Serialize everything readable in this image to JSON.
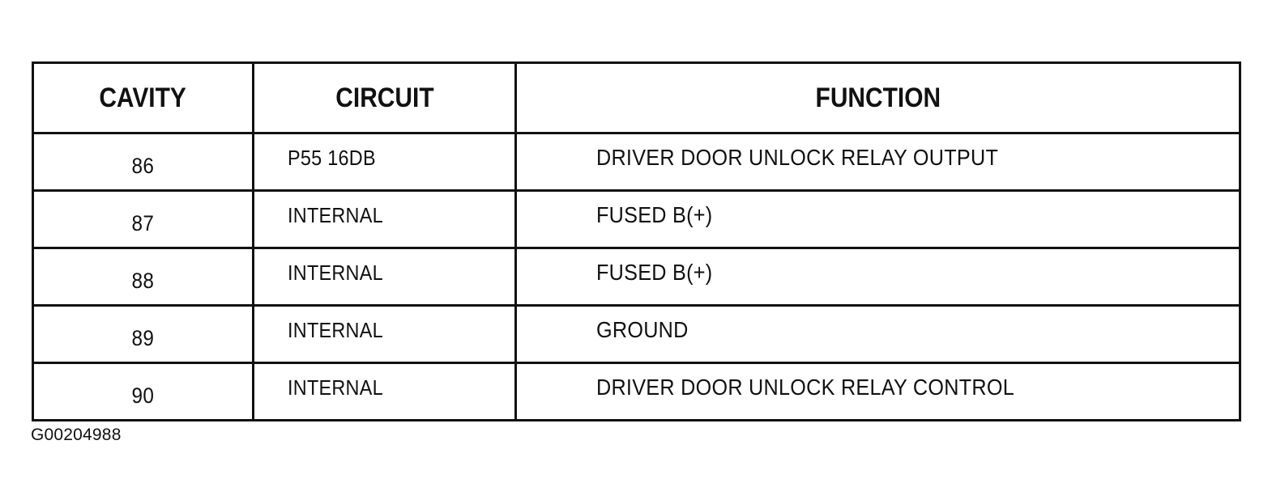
{
  "table": {
    "headers": {
      "cavity": "CAVITY",
      "circuit": "CIRCUIT",
      "function": "FUNCTION"
    },
    "rows": [
      {
        "cavity": "86",
        "circuit": "P55 16DB",
        "function": "DRIVER DOOR UNLOCK RELAY OUTPUT"
      },
      {
        "cavity": "87",
        "circuit": "INTERNAL",
        "function": "FUSED B(+)"
      },
      {
        "cavity": "88",
        "circuit": "INTERNAL",
        "function": "FUSED B(+)"
      },
      {
        "cavity": "89",
        "circuit": "INTERNAL",
        "function": "GROUND"
      },
      {
        "cavity": "90",
        "circuit": "INTERNAL",
        "function": "DRIVER DOOR UNLOCK RELAY CONTROL"
      }
    ]
  },
  "figure_id": "G00204988"
}
